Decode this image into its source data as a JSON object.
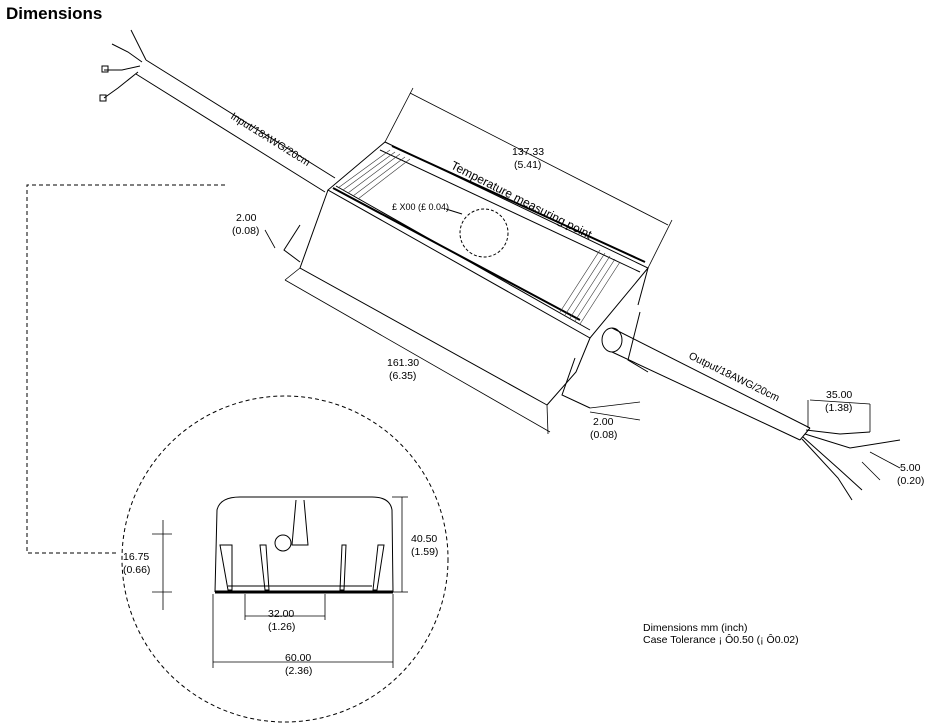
{
  "title": "Dimensions",
  "labels": {
    "input_cable": "Input/18AWG/20cm",
    "output_cable": "Output/18AWG/20cm",
    "temp_point": "Temperature measuring point",
    "temp_dia": "£ X00 (£ 0.04)",
    "len_top_mm": "137.33",
    "len_top_in": "(5.41)",
    "len_bottom_mm": "161.30",
    "len_bottom_in": "(6.35)",
    "foot_left_mm": "2.00",
    "foot_left_in": "(0.08)",
    "foot_right_mm": "2.00",
    "foot_right_in": "(0.08)",
    "strip_mm": "35.00",
    "strip_in": "(1.38)",
    "tip_mm": "5.00",
    "tip_in": "(0.20)",
    "height_mm": "40.50",
    "height_in": "(1.59)",
    "foot_height_mm": "16.75",
    "foot_height_in": "(0.66)",
    "spacing_mm": "32.00",
    "spacing_in": "(1.26)",
    "width_mm": "60.00",
    "width_in": "(2.36)"
  },
  "notes": {
    "units": "Dimensions mm (inch)",
    "tolerance": "Case Tolerance ¡ Ô0.50 (¡ Ô0.02)"
  }
}
